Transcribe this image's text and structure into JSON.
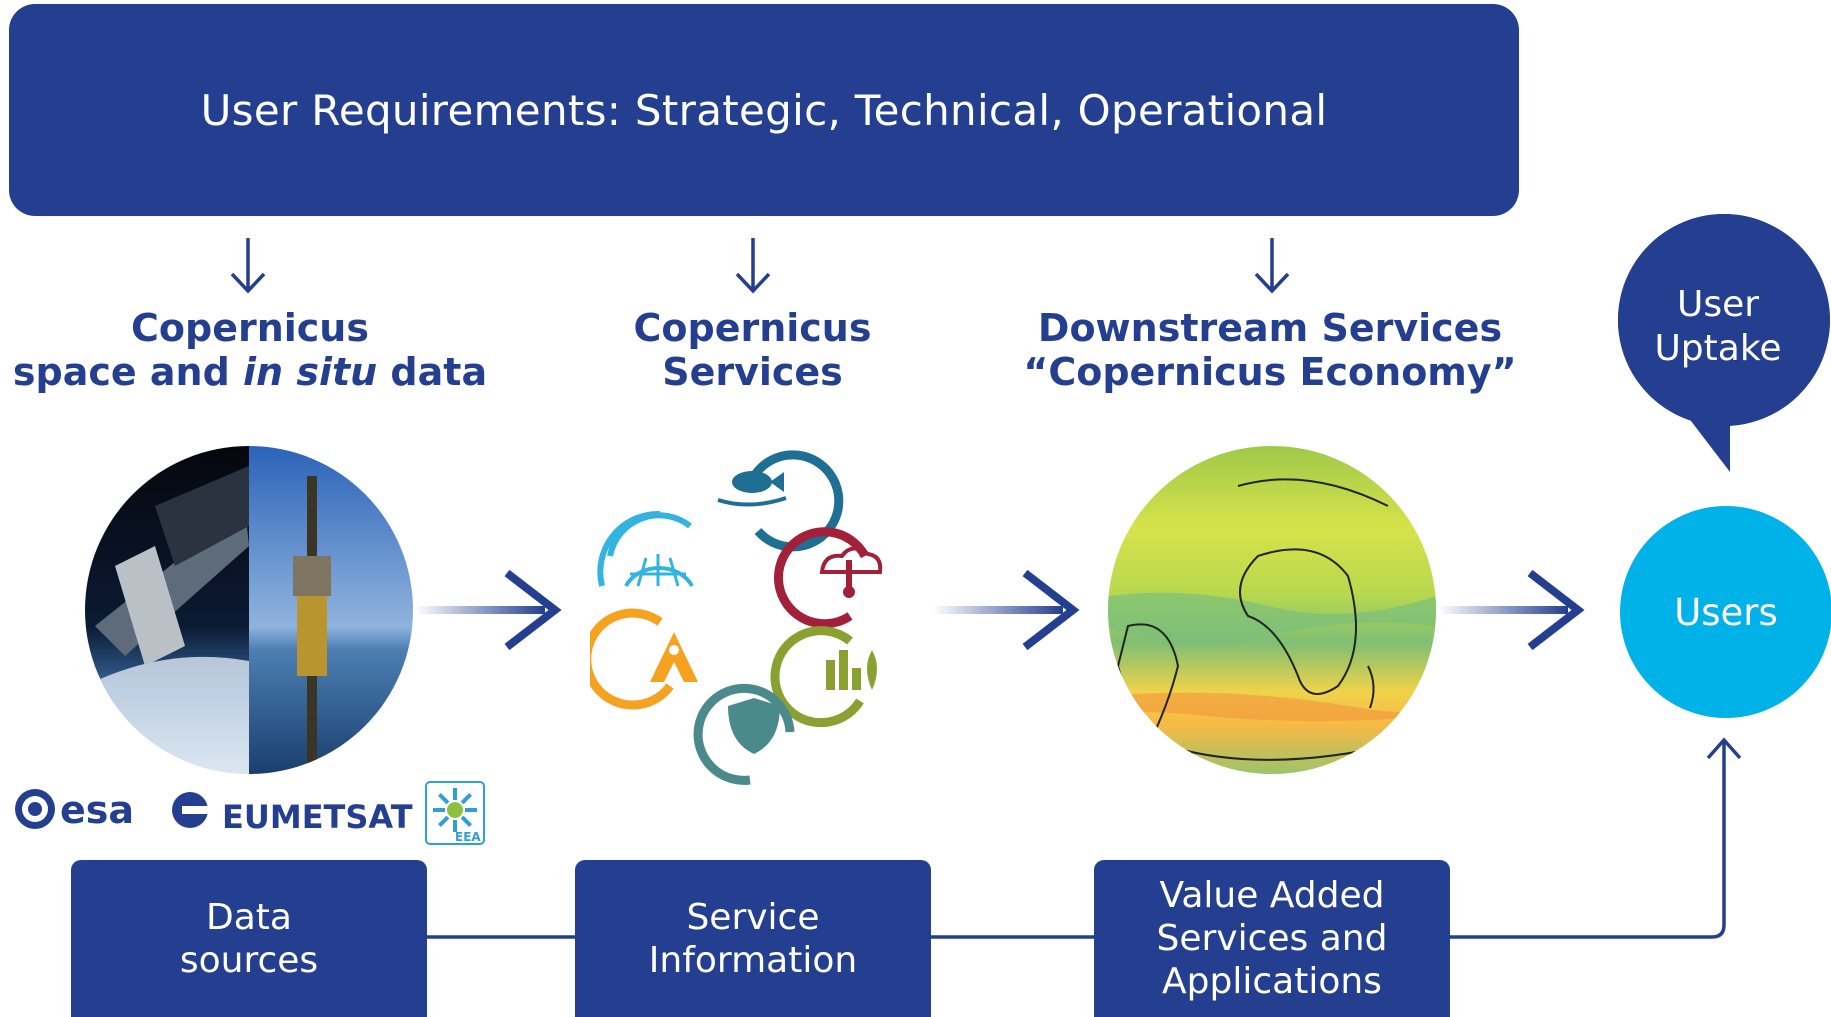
{
  "header": {
    "title": "User Requirements: Strategic, Technical, Operational"
  },
  "columns": [
    {
      "line1": "Copernicus",
      "line2_a": "space and ",
      "line2_b": "in situ",
      "line2_c": " data"
    },
    {
      "line1": "Copernicus",
      "line2": "Services"
    },
    {
      "line1": "Downstream Services",
      "line2": "“Copernicus Economy”"
    }
  ],
  "uptake": {
    "line1": "User",
    "line2": "Uptake"
  },
  "users": {
    "label": "Users"
  },
  "logos": {
    "esa": "esa",
    "eumetsat": "EUMETSAT",
    "eea": "EEA"
  },
  "bottom": [
    {
      "label": "Data\nsources"
    },
    {
      "label": "Service\nInformation"
    },
    {
      "label": "Value Added\nServices and\nApplications"
    }
  ],
  "colors": {
    "navy": "#243f8f",
    "cyan": "#00b2e8",
    "service_marine": "#1f6e93",
    "service_climate": "#a3203a",
    "service_land": "#8aa132",
    "service_security": "#4a8a8c",
    "service_emergency": "#f4a21f",
    "service_atmosphere": "#33b3e0"
  },
  "service_icons": [
    "marine-service-icon",
    "climate-service-icon",
    "land-service-icon",
    "security-service-icon",
    "emergency-service-icon",
    "atmosphere-service-icon"
  ]
}
